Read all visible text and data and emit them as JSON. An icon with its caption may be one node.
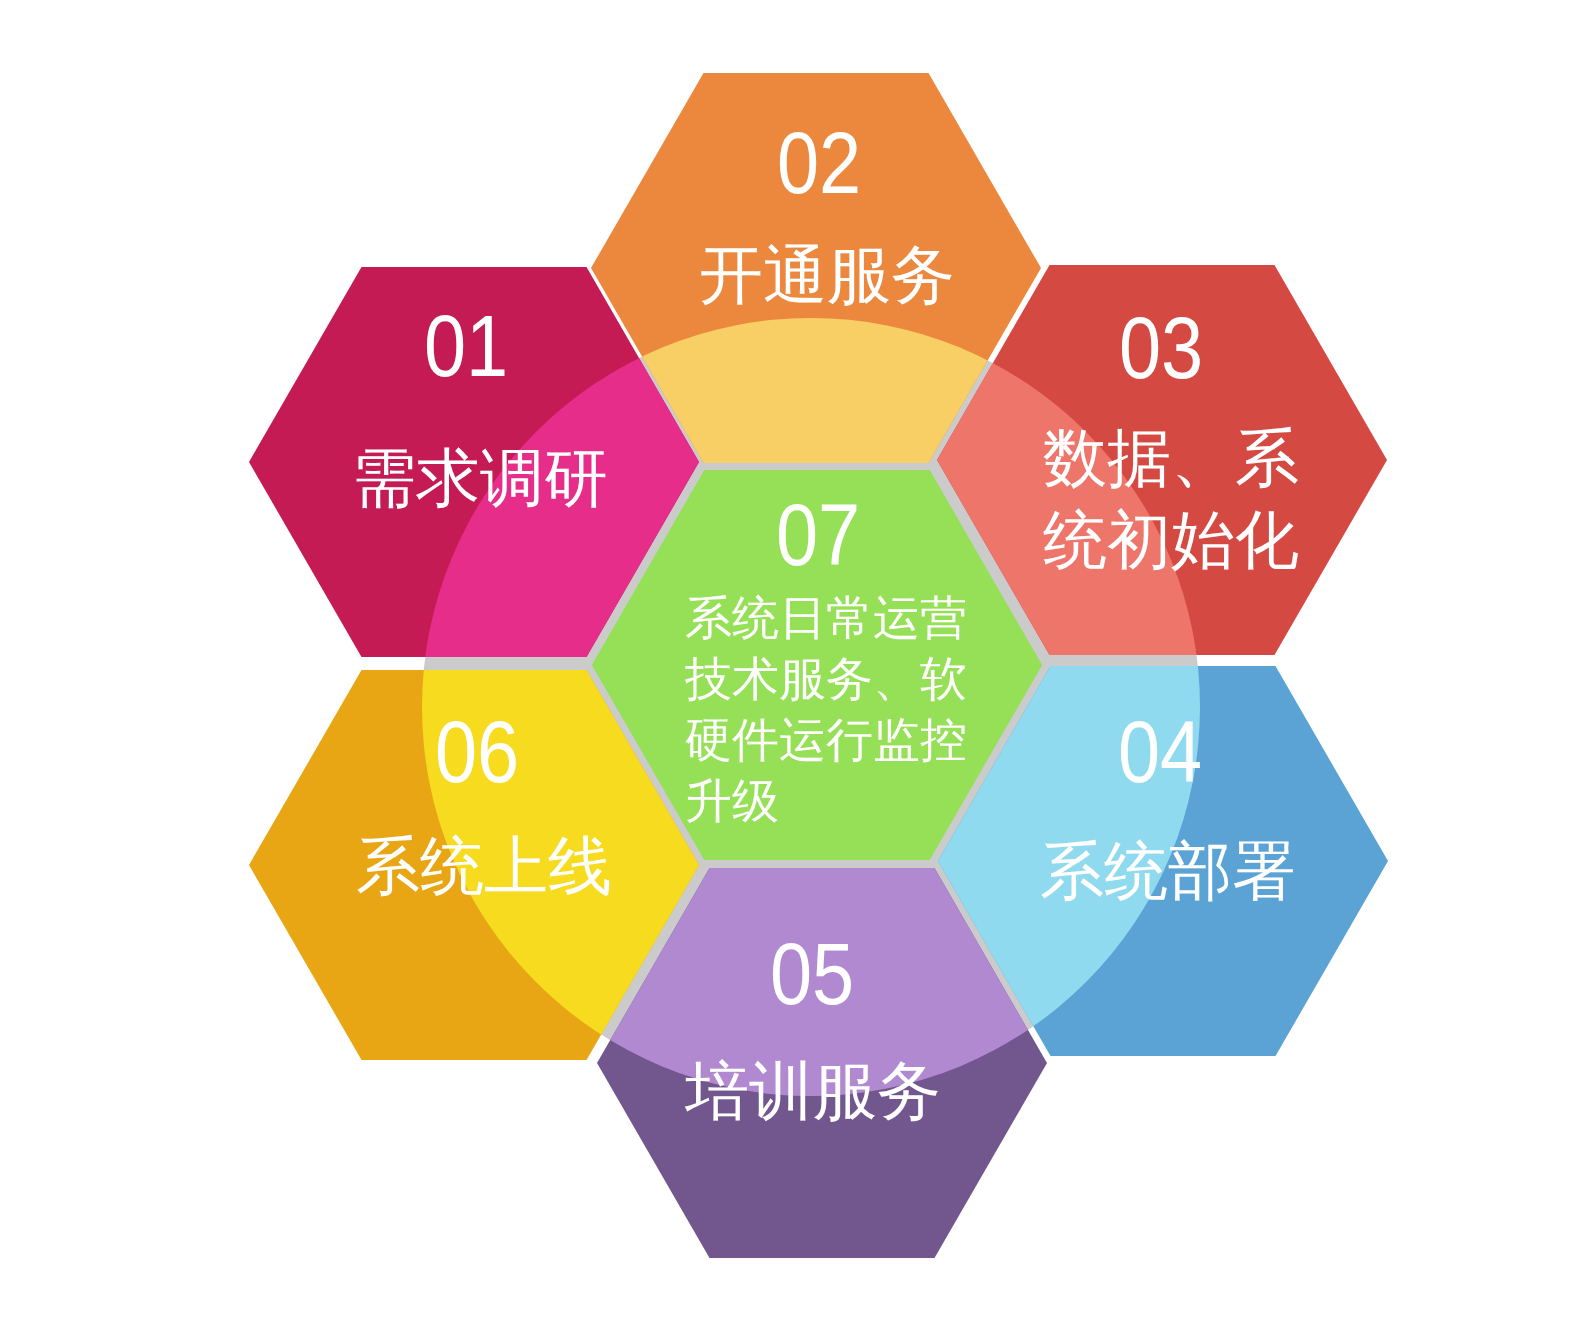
{
  "diagram": {
    "nodes": [
      {
        "text": [
          "01",
          "需求调研"
        ]
      },
      {
        "text": [
          "02",
          "开通服务"
        ]
      },
      {
        "text": [
          "03",
          "数据、系统初始化"
        ]
      },
      {
        "text": [
          "04",
          "系统部署"
        ]
      },
      {
        "text": [
          "05",
          "培训服务"
        ]
      },
      {
        "text": [
          "06",
          "系统上线"
        ]
      },
      {
        "text": [
          "07",
          "系统日常运营技术服务、软硬件运行监控升级"
        ]
      }
    ]
  }
}
